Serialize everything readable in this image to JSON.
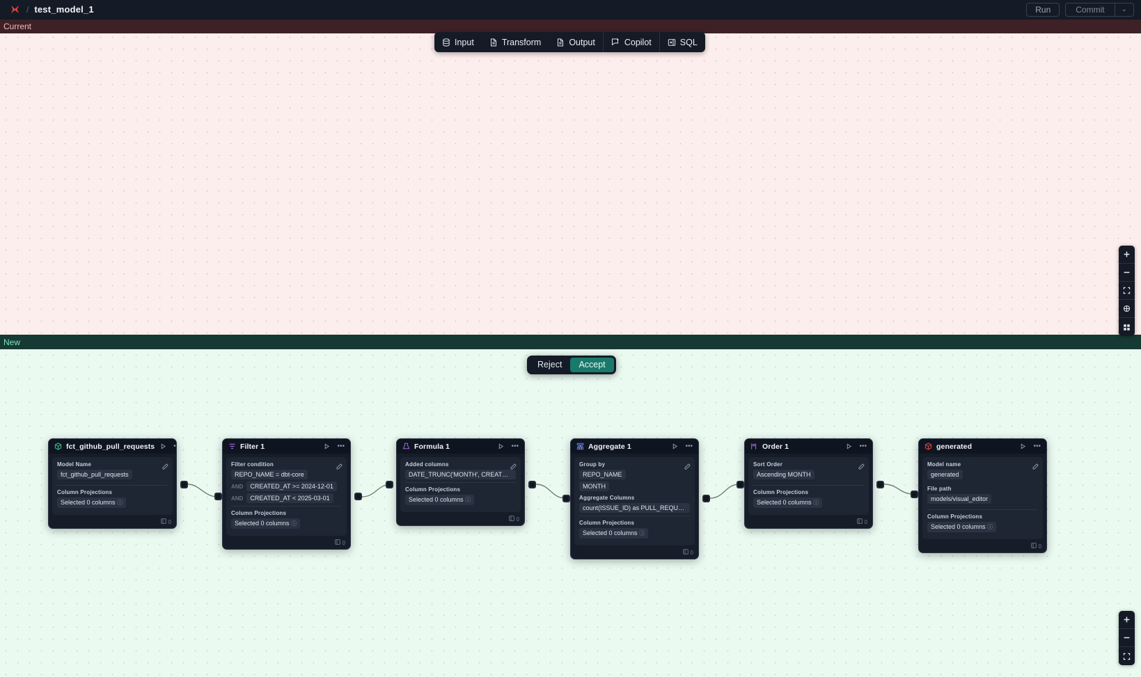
{
  "appbar": {
    "logo_icon": "app-logo-icon",
    "separator": "/",
    "title": "test_model_1",
    "run_label": "Run",
    "commit_label": "Commit",
    "commit_caret": "⌄"
  },
  "panes": {
    "current_label": "Current",
    "new_label": "New"
  },
  "node_toolbar": {
    "items": [
      {
        "label": "Input",
        "icon": "database-icon"
      },
      {
        "label": "Transform",
        "icon": "document-icon"
      },
      {
        "label": "Output",
        "icon": "document-icon"
      },
      {
        "label": "Copilot",
        "icon": "copilot-sparkle-icon"
      },
      {
        "label": "SQL",
        "icon": "sql-panel-icon"
      }
    ]
  },
  "decision": {
    "reject_label": "Reject",
    "accept_label": "Accept"
  },
  "zoom_controls_top": [
    {
      "icon": "plus-icon"
    },
    {
      "icon": "minus-icon"
    },
    {
      "icon": "fit-screen-icon"
    },
    {
      "icon": "recenter-icon"
    },
    {
      "icon": "grid-icon"
    }
  ],
  "zoom_controls_bottom": [
    {
      "icon": "plus-icon"
    },
    {
      "icon": "minus-icon"
    },
    {
      "icon": "fit-screen-icon"
    }
  ],
  "graph": {
    "nodes": [
      {
        "id": "source",
        "icon": "cube-green-icon",
        "title": "fct_github_pull_requests",
        "row_count": "0",
        "fields": [
          {
            "label": "Model Name",
            "chips": [
              "fct_github_pull_requests"
            ]
          },
          {
            "label": "Column Projections",
            "chips": [
              "Selected 0 columns"
            ],
            "info": true
          }
        ]
      },
      {
        "id": "filter",
        "icon": "filter-icon",
        "title": "Filter 1",
        "row_count": "0",
        "fields": [
          {
            "label": "Filter condition",
            "conditions": [
              {
                "op": "",
                "text": "REPO_NAME = dbt-core"
              },
              {
                "op": "AND",
                "text": "CREATED_AT >= 2024-12-01"
              },
              {
                "op": "AND",
                "text": "CREATED_AT < 2025-03-01"
              }
            ]
          },
          {
            "label": "Column Projections",
            "chips": [
              "Selected 0 columns"
            ],
            "info": true
          }
        ]
      },
      {
        "id": "formula",
        "icon": "formula-icon",
        "title": "Formula 1",
        "row_count": "0",
        "fields": [
          {
            "label": "Added columns",
            "chips": [
              "DATE_TRUNC('MONTH', CREATED_AT…"
            ]
          },
          {
            "label": "Column Projections",
            "chips": [
              "Selected 0 columns"
            ],
            "info": true
          }
        ]
      },
      {
        "id": "aggregate",
        "icon": "aggregate-icon",
        "title": "Aggregate 1",
        "row_count": "0",
        "fields": [
          {
            "label": "Group by",
            "chips": [
              "REPO_NAME",
              "MONTH"
            ]
          },
          {
            "label": "Aggregate Columns",
            "chips": [
              "count(ISSUE_ID) as PULL_REQUEST_…"
            ]
          },
          {
            "label": "Column Projections",
            "chips": [
              "Selected 0 columns"
            ],
            "info": true
          }
        ]
      },
      {
        "id": "order",
        "icon": "order-icon",
        "title": "Order 1",
        "row_count": "0",
        "fields": [
          {
            "label": "Sort Order",
            "chips": [
              "Ascending MONTH"
            ]
          },
          {
            "label": "Column Projections",
            "chips": [
              "Selected 0 columns"
            ],
            "info": true
          }
        ]
      },
      {
        "id": "generated",
        "icon": "cube-red-icon",
        "title": "generated",
        "row_count": "0",
        "fields": [
          {
            "label": "Model name",
            "chips": [
              "generated"
            ]
          },
          {
            "label": "File path",
            "chips": [
              "models/visual_editor"
            ]
          },
          {
            "label": "Column Projections",
            "chips": [
              "Selected 0 columns"
            ],
            "info": true
          }
        ]
      }
    ]
  },
  "colors": {
    "accent_accept": "#19796b",
    "pane_current_bg": "#fdeeee",
    "pane_new_bg": "#eafaf1",
    "current_label": "#f3b9bd",
    "new_label": "#7fe3bd"
  }
}
